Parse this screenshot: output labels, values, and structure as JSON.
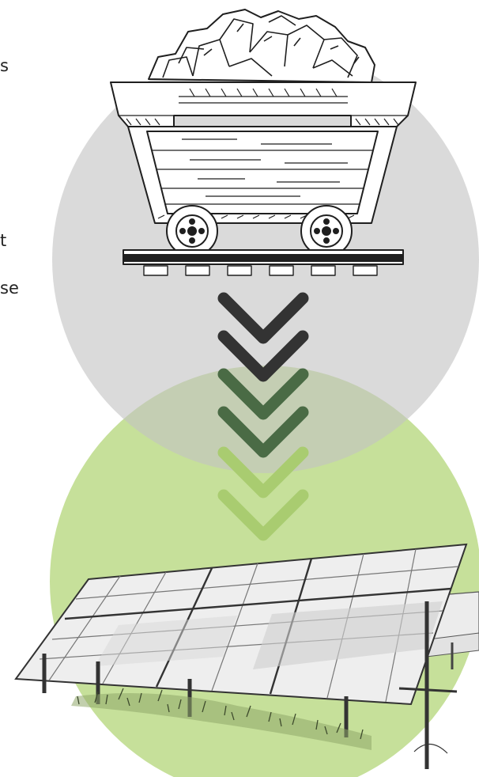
{
  "text_fragments": [
    "s",
    "t",
    "se"
  ],
  "colors": {
    "grey_circle": "#d9d9d9",
    "green_circle": "#c6e09a",
    "arrow_dark": "#333333",
    "arrow_mid": "#4a6b45",
    "arrow_light": "#a9cc70"
  },
  "illustrations": {
    "top": "mine-cart-with-ore",
    "bottom": "solar-panel-array"
  }
}
